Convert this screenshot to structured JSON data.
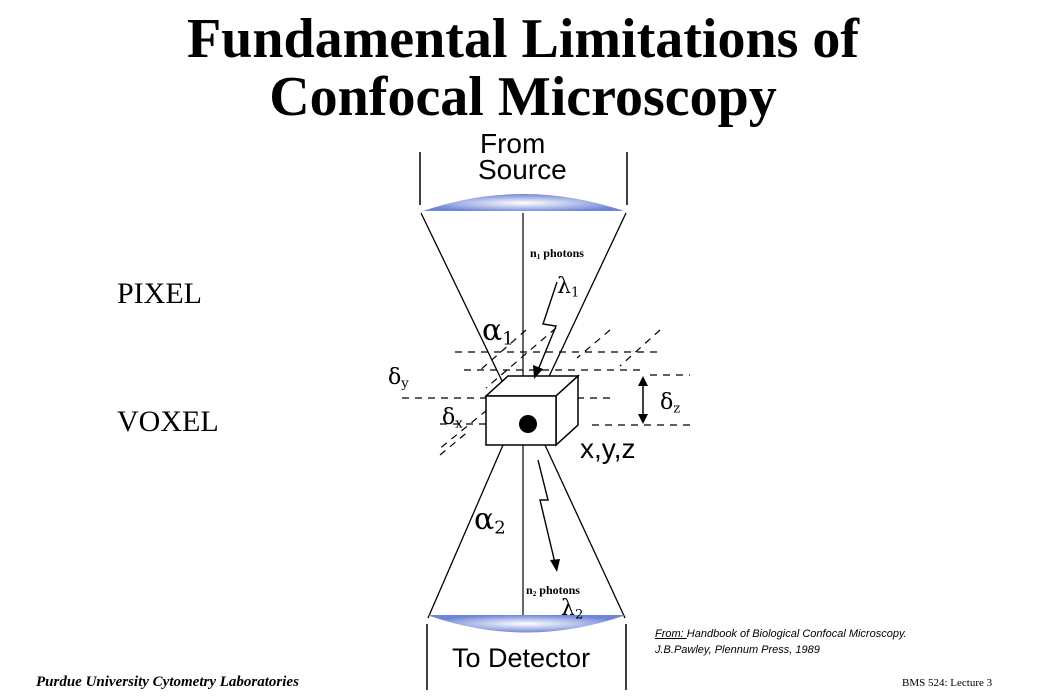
{
  "title": {
    "line1": "Fundamental Limitations of",
    "line2": "Confocal Microscopy"
  },
  "labels": {
    "from": "From",
    "source": "Source",
    "to_detector": "To Detector",
    "pixel": "PIXEL",
    "voxel": "VOXEL",
    "xyz": "x,y,z",
    "n1_base": "n",
    "n1_sub": "1",
    "n1_rest": " photons",
    "n2_base": "n",
    "n2_sub": "2",
    "n2_rest": " photons",
    "lambda": "λ",
    "lambda1_sub": "1",
    "lambda2_sub": "2",
    "alpha": "α",
    "alpha1_sub": "1",
    "alpha2_sub": "2",
    "delta": "δ",
    "delta_x_sub": "x",
    "delta_y_sub": "y",
    "delta_z_sub": "z"
  },
  "citation": {
    "from_label": "From: ",
    "line1": "Handbook of Biological Confocal Microscopy.",
    "line2": "J.B.Pawley, Plennum Press, 1989"
  },
  "footer": {
    "left": "Purdue University Cytometry Laboratories",
    "right": "BMS 524: Lecture 3"
  },
  "colors": {
    "lens_edge": "#6f86d6",
    "lens_center": "#ffffff"
  }
}
